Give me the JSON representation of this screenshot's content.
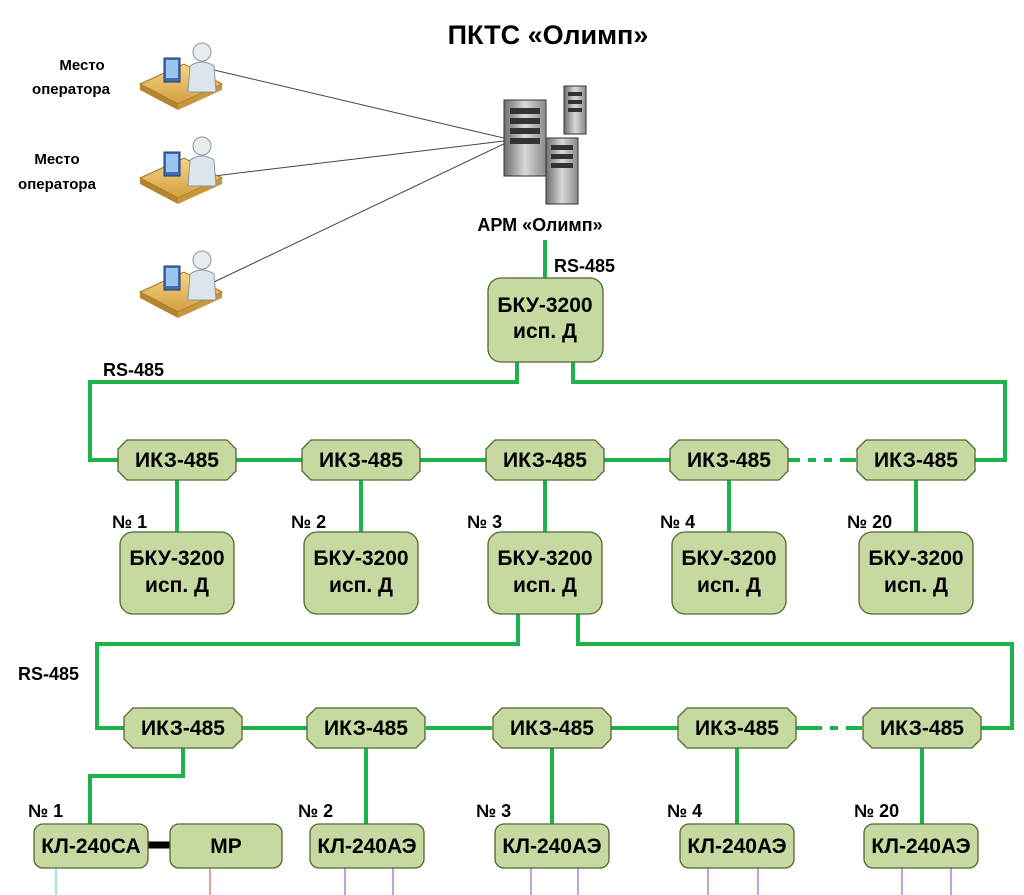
{
  "title": "ПКТС «Олимп»",
  "operators": [
    {
      "label_line1": "Место",
      "label_line2": "оператора"
    },
    {
      "label_line1": "Место",
      "label_line2": "оператора"
    },
    {
      "label_line1": "",
      "label_line2": ""
    }
  ],
  "server": {
    "label": "АРМ «Олимп»"
  },
  "bus_labels": {
    "top": "RS-485",
    "upper": "RS-485",
    "lower": "RS-485"
  },
  "main_controller": {
    "line1": "БКУ-3200",
    "line2": "исп. Д"
  },
  "upper_row": {
    "interfaces": [
      "ИКЗ-485",
      "ИКЗ-485",
      "ИКЗ-485",
      "ИКЗ-485",
      "ИКЗ-485"
    ],
    "numbers": [
      "№ 1",
      "№ 2",
      "№ 3",
      "№ 4",
      "№ 20"
    ],
    "controllers": [
      {
        "line1": "БКУ-3200",
        "line2": "исп. Д"
      },
      {
        "line1": "БКУ-3200",
        "line2": "исп. Д"
      },
      {
        "line1": "БКУ-3200",
        "line2": "исп. Д"
      },
      {
        "line1": "БКУ-3200",
        "line2": "исп. Д"
      },
      {
        "line1": "БКУ-3200",
        "line2": "исп. Д"
      }
    ]
  },
  "lower_row": {
    "interfaces": [
      "ИКЗ-485",
      "ИКЗ-485",
      "ИКЗ-485",
      "ИКЗ-485",
      "ИКЗ-485"
    ],
    "numbers": [
      "№ 1",
      "№ 2",
      "№ 3",
      "№ 4",
      "№ 20"
    ],
    "devices": [
      "КЛ-240СА",
      "КЛ-240АЭ",
      "КЛ-240АЭ",
      "КЛ-240АЭ",
      "КЛ-240АЭ"
    ],
    "mp": "МР"
  },
  "colors": {
    "box_fill": "#c6d9a0",
    "box_stroke": "#4e6a2a",
    "link": "#1fb14a"
  }
}
